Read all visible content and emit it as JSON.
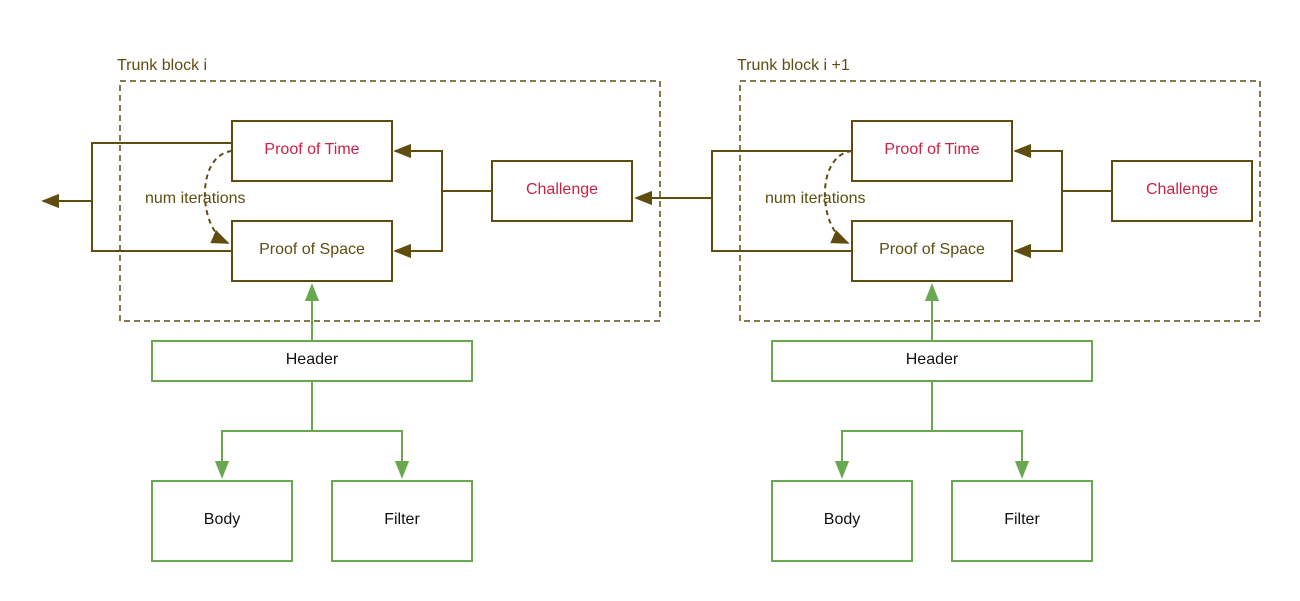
{
  "colors": {
    "brown": "#5f4d10",
    "red": "#cc2244",
    "green": "#6aa84f",
    "black": "#111111"
  },
  "blocks": [
    {
      "title": "Trunk block i",
      "proof_of_time": "Proof of Time",
      "proof_of_space": "Proof of Space",
      "challenge": "Challenge",
      "num_iterations": "num iterations",
      "header": "Header",
      "body": "Body",
      "filter": "Filter"
    },
    {
      "title": "Trunk block i +1",
      "proof_of_time": "Proof of Time",
      "proof_of_space": "Proof of Space",
      "challenge": "Challenge",
      "num_iterations": "num iterations",
      "header": "Header",
      "body": "Body",
      "filter": "Filter"
    }
  ]
}
